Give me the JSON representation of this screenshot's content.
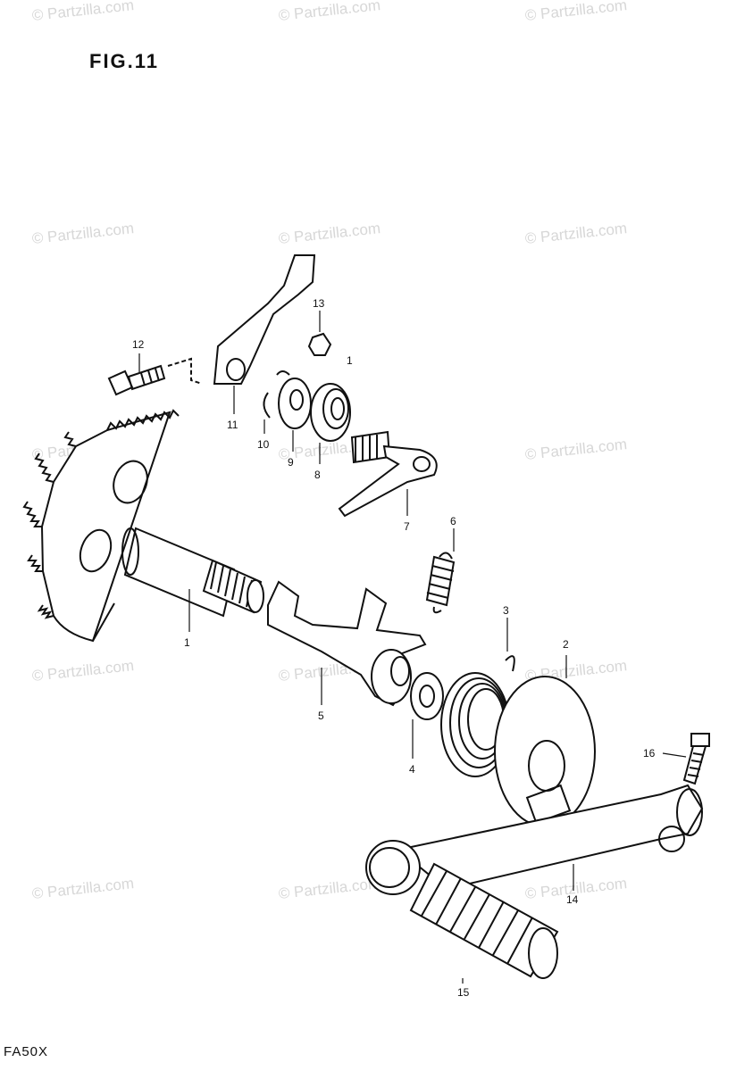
{
  "figure": {
    "title": "FIG.11",
    "model_code": "FA50X"
  },
  "watermark": {
    "text": "© Partzilla.com"
  },
  "callouts": {
    "p1": "1",
    "p2": "2",
    "p3": "3",
    "p4": "4",
    "p5": "5",
    "p6": "6",
    "p7": "7",
    "p8": "8",
    "p9": "9",
    "p10": "10",
    "p11": "11",
    "p12": "12",
    "p13": "13",
    "p14": "14",
    "p15": "15",
    "p16": "16",
    "p1_upper": "1"
  },
  "colors": {
    "line": "#111111",
    "watermark": "#d7d7d7"
  }
}
